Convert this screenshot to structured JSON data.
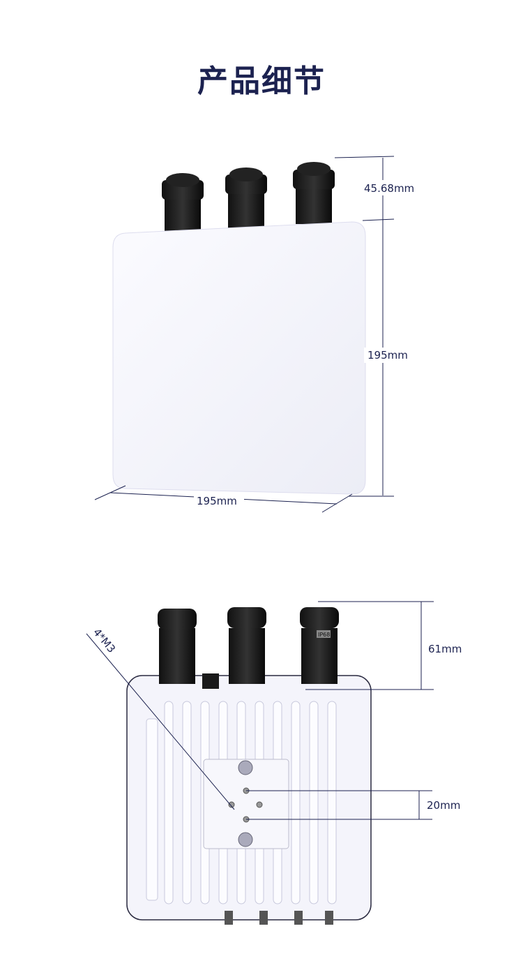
{
  "title": "产品细节",
  "front_view": {
    "dim_gland_height": "45.68mm",
    "dim_height": "195mm",
    "dim_width": "195mm"
  },
  "back_view": {
    "dim_gland_height": "61mm",
    "dim_hole_spacing": "20mm",
    "screw_label": "4*M3",
    "gland_marking": "IP68"
  }
}
